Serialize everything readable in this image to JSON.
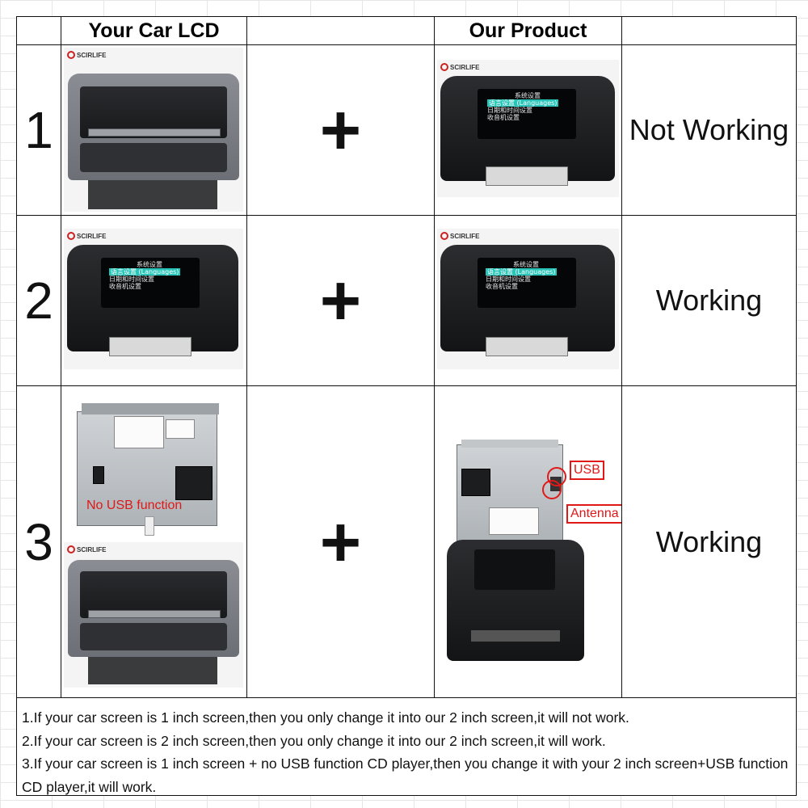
{
  "header": {
    "your_car_lcd": "Your Car LCD",
    "our_product": "Our Product"
  },
  "brand_logo_text": "SCIRLIFE",
  "rows": [
    {
      "number": "1",
      "plus": "+",
      "status": "Not Working"
    },
    {
      "number": "2",
      "plus": "+",
      "status": "Working"
    },
    {
      "number": "3",
      "plus": "+",
      "status": "Working"
    }
  ],
  "screen_menu": {
    "title": "系统设置",
    "item1": "语言设置 (Languages)",
    "item2": "日期和时间设置",
    "item3": "收音机设置"
  },
  "row3_annotations": {
    "no_usb": "No USB function",
    "usb": "USB",
    "antenna": "Antenna"
  },
  "notes": [
    "1.If your car screen is 1 inch screen,then you only change it into our 2 inch screen,it will not work.",
    "2.If your car screen is 2 inch screen,then you only change it into our 2 inch screen,it will work.",
    "3.If your car screen is 1 inch screen + no USB function CD player,then you change it with your 2 inch screen+USB function CD player,it will work."
  ],
  "colors": {
    "border": "#111111",
    "annotation_red": "#e01818",
    "menu_highlight": "#28c4b8"
  }
}
